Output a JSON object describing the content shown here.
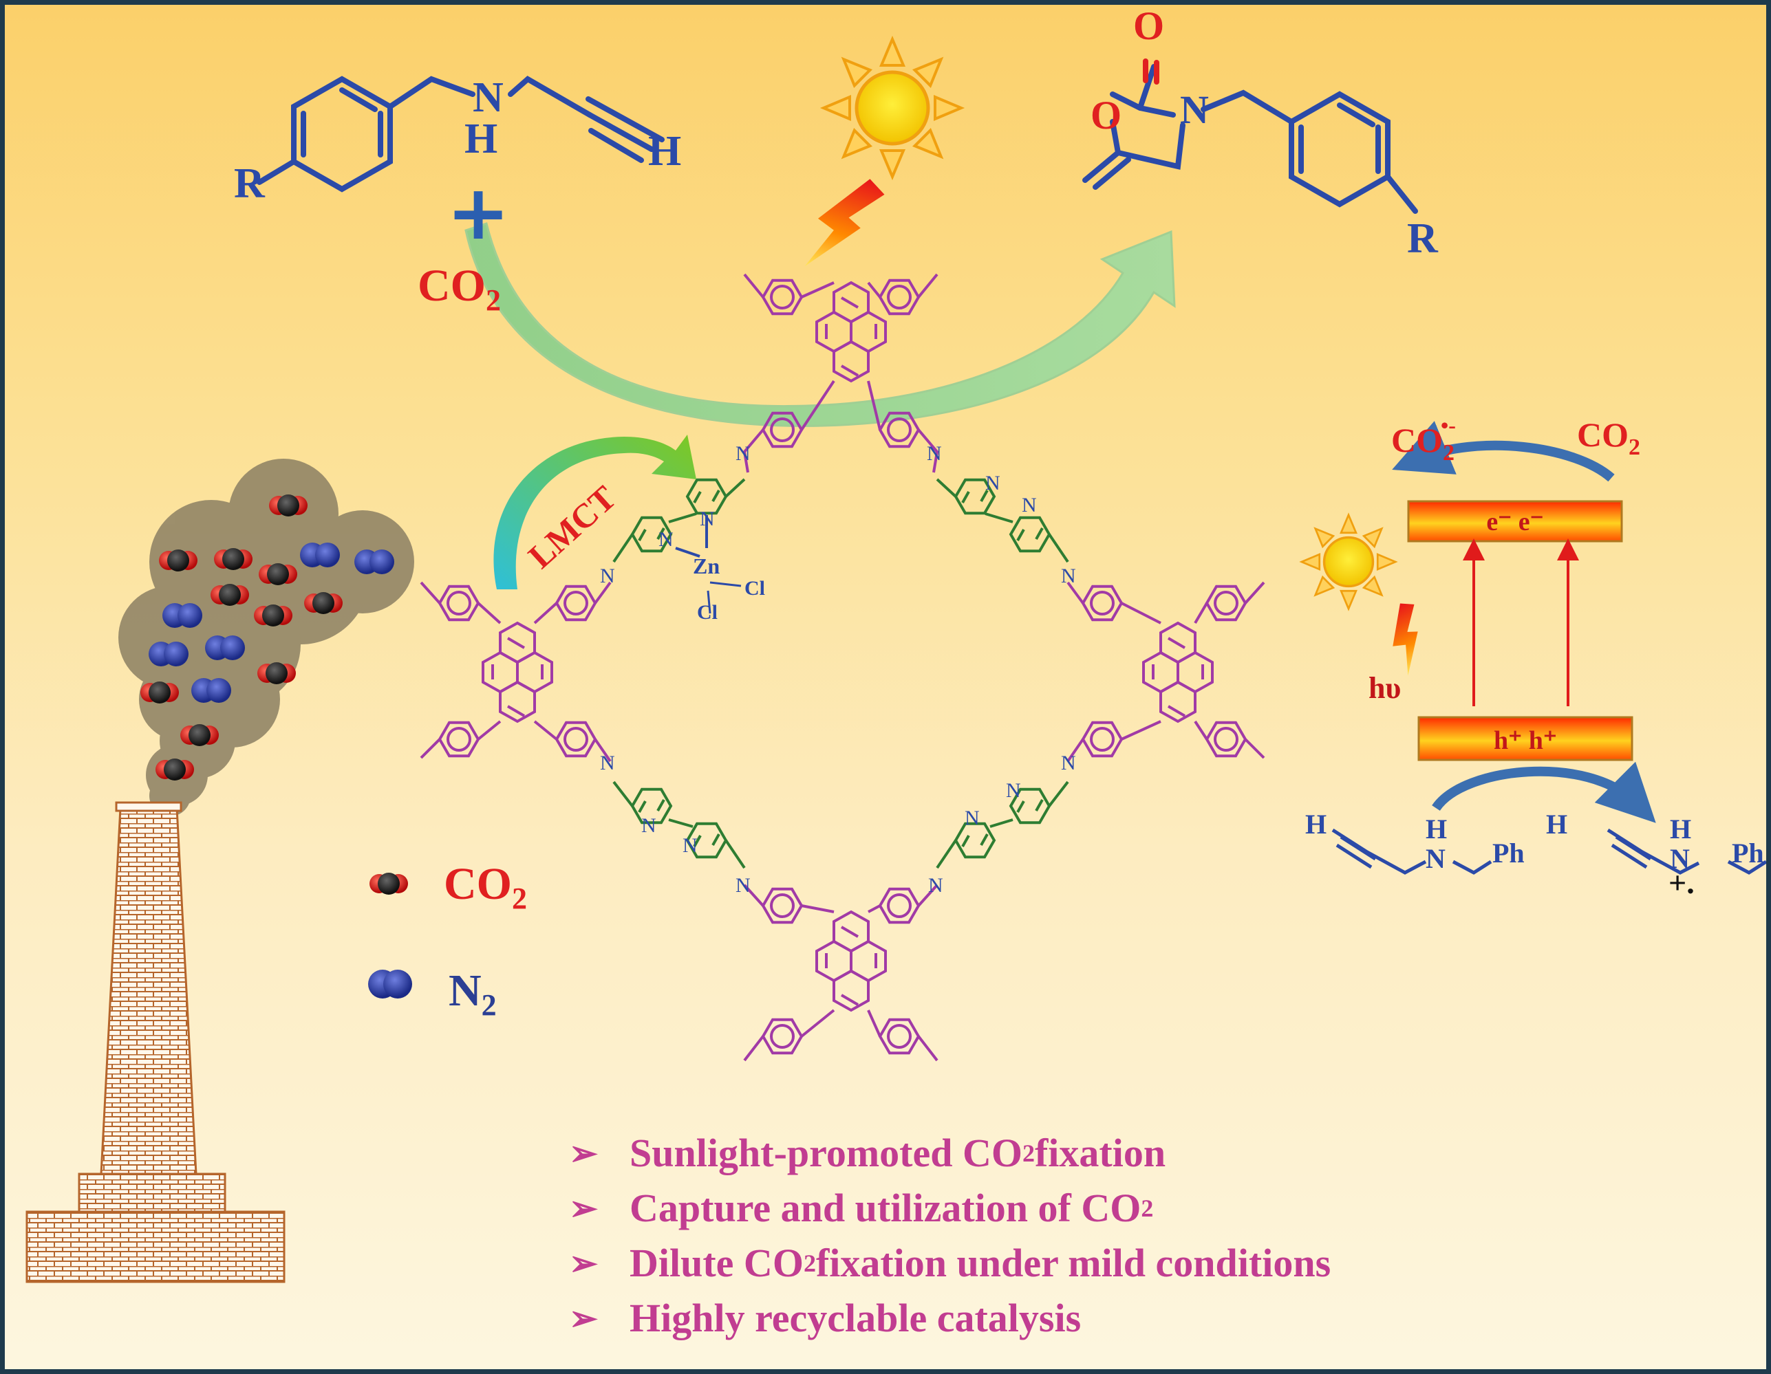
{
  "reactant": {
    "substituent": "R",
    "nh_n": "N",
    "nh_h": "H",
    "alkyne_h": "H",
    "plus": "+",
    "co2": "CO",
    "co2_sub": "2"
  },
  "product": {
    "carbonyl_o": "O",
    "ring_o": "O",
    "ring_n": "N",
    "substituent": "R"
  },
  "framework": {
    "lmct_label": "LMCT",
    "metal": "Zn",
    "ligand_cl1": "Cl",
    "ligand_cl2": "Cl",
    "imine_n": "N",
    "pyridine_n": "N"
  },
  "legend": {
    "co2_label": "CO",
    "co2_sub": "2",
    "n2_label": "N",
    "n2_sub": "2"
  },
  "mechanism": {
    "radical_anion": "CO",
    "radical_anion_sub": "2",
    "radical_anion_sup": "•-",
    "co2": "CO",
    "co2_sub": "2",
    "cb_label": "e⁻  e⁻",
    "vb_label": "h⁺  h⁺",
    "hv": "hυ",
    "amine": {
      "h_terminal": "H",
      "nh_h": "H",
      "n": "N",
      "ph": "Ph"
    },
    "radical_cation": {
      "h_terminal": "H",
      "nh_h": "H",
      "n": "N",
      "ph": "Ph",
      "charge": "+."
    }
  },
  "bullets": [
    {
      "marker": "➢",
      "before": "Sunlight-promoted CO",
      "sub": "2",
      "after": " fixation"
    },
    {
      "marker": "➢",
      "before": "Capture and utilization of CO",
      "sub": "2",
      "after": ""
    },
    {
      "marker": "➢",
      "before": "Dilute CO",
      "sub": "2",
      "after": " fixation under mild conditions"
    },
    {
      "marker": "➢",
      "before": "Highly recyclable catalysis",
      "sub": "",
      "after": ""
    }
  ],
  "colors": {
    "framework": "#a13aa6",
    "bipyridine": "#2e7d32",
    "reactant": "#2b4aa8",
    "text_red": "#e02020",
    "bullet_text": "#c13d91",
    "border": "#1e3a4c"
  }
}
